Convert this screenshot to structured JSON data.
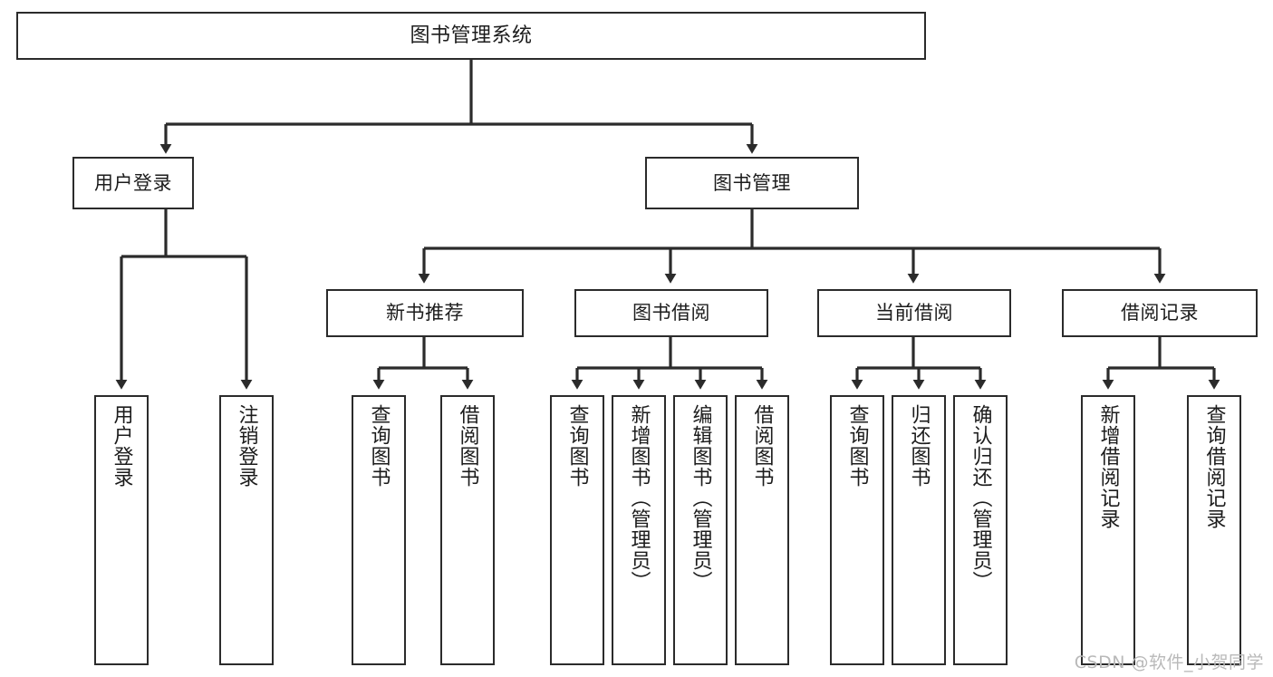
{
  "diagram": {
    "type": "tree-hierarchy",
    "title": "图书管理系统",
    "watermark": "CSDN @软件_小贺同学",
    "colors": {
      "box_border": "#2b2b2b",
      "box_fill": "#ffffff",
      "edge": "#2b2b2b",
      "text": "#1c1c1c",
      "watermark": "#b9b9b9",
      "background": "#ffffff"
    },
    "nodes": {
      "root": {
        "label": "图书管理系统",
        "level": 0,
        "orientation": "horizontal"
      },
      "l1": [
        {
          "id": "user-login",
          "label": "用户登录",
          "orientation": "horizontal"
        },
        {
          "id": "book-management",
          "label": "图书管理",
          "orientation": "horizontal"
        }
      ],
      "l2": [
        {
          "id": "new-book-recommend",
          "label": "新书推荐",
          "orientation": "horizontal",
          "parent": "book-management"
        },
        {
          "id": "book-borrow",
          "label": "图书借阅",
          "orientation": "horizontal",
          "parent": "book-management"
        },
        {
          "id": "current-borrow",
          "label": "当前借阅",
          "orientation": "horizontal",
          "parent": "book-management"
        },
        {
          "id": "borrow-record",
          "label": "借阅记录",
          "orientation": "horizontal",
          "parent": "book-management"
        }
      ],
      "leaves": [
        {
          "id": "leaf-user-login",
          "label": "用户登录",
          "orientation": "vertical",
          "parent": "user-login"
        },
        {
          "id": "leaf-logout",
          "label": "注销登录",
          "orientation": "vertical",
          "parent": "user-login"
        },
        {
          "id": "leaf-query-book-1",
          "label": "查询图书",
          "orientation": "vertical",
          "parent": "new-book-recommend"
        },
        {
          "id": "leaf-borrow-book-1",
          "label": "借阅图书",
          "orientation": "vertical",
          "parent": "new-book-recommend"
        },
        {
          "id": "leaf-query-book-2",
          "label": "查询图书",
          "orientation": "vertical",
          "parent": "book-borrow"
        },
        {
          "id": "leaf-add-book",
          "label": "新增图书（管理员）",
          "orientation": "vertical",
          "parent": "book-borrow"
        },
        {
          "id": "leaf-edit-book",
          "label": "编辑图书（管理员）",
          "orientation": "vertical",
          "parent": "book-borrow"
        },
        {
          "id": "leaf-borrow-book-2",
          "label": "借阅图书",
          "orientation": "vertical",
          "parent": "book-borrow"
        },
        {
          "id": "leaf-query-book-3",
          "label": "查询图书",
          "orientation": "vertical",
          "parent": "current-borrow"
        },
        {
          "id": "leaf-return-book",
          "label": "归还图书",
          "orientation": "vertical",
          "parent": "current-borrow"
        },
        {
          "id": "leaf-confirm-return",
          "label": "确认归还（管理员）",
          "orientation": "vertical",
          "parent": "current-borrow"
        },
        {
          "id": "leaf-add-record",
          "label": "新增借阅记录",
          "orientation": "vertical",
          "parent": "borrow-record"
        },
        {
          "id": "leaf-query-record",
          "label": "查询借阅记录",
          "orientation": "vertical",
          "parent": "borrow-record"
        }
      ]
    }
  }
}
